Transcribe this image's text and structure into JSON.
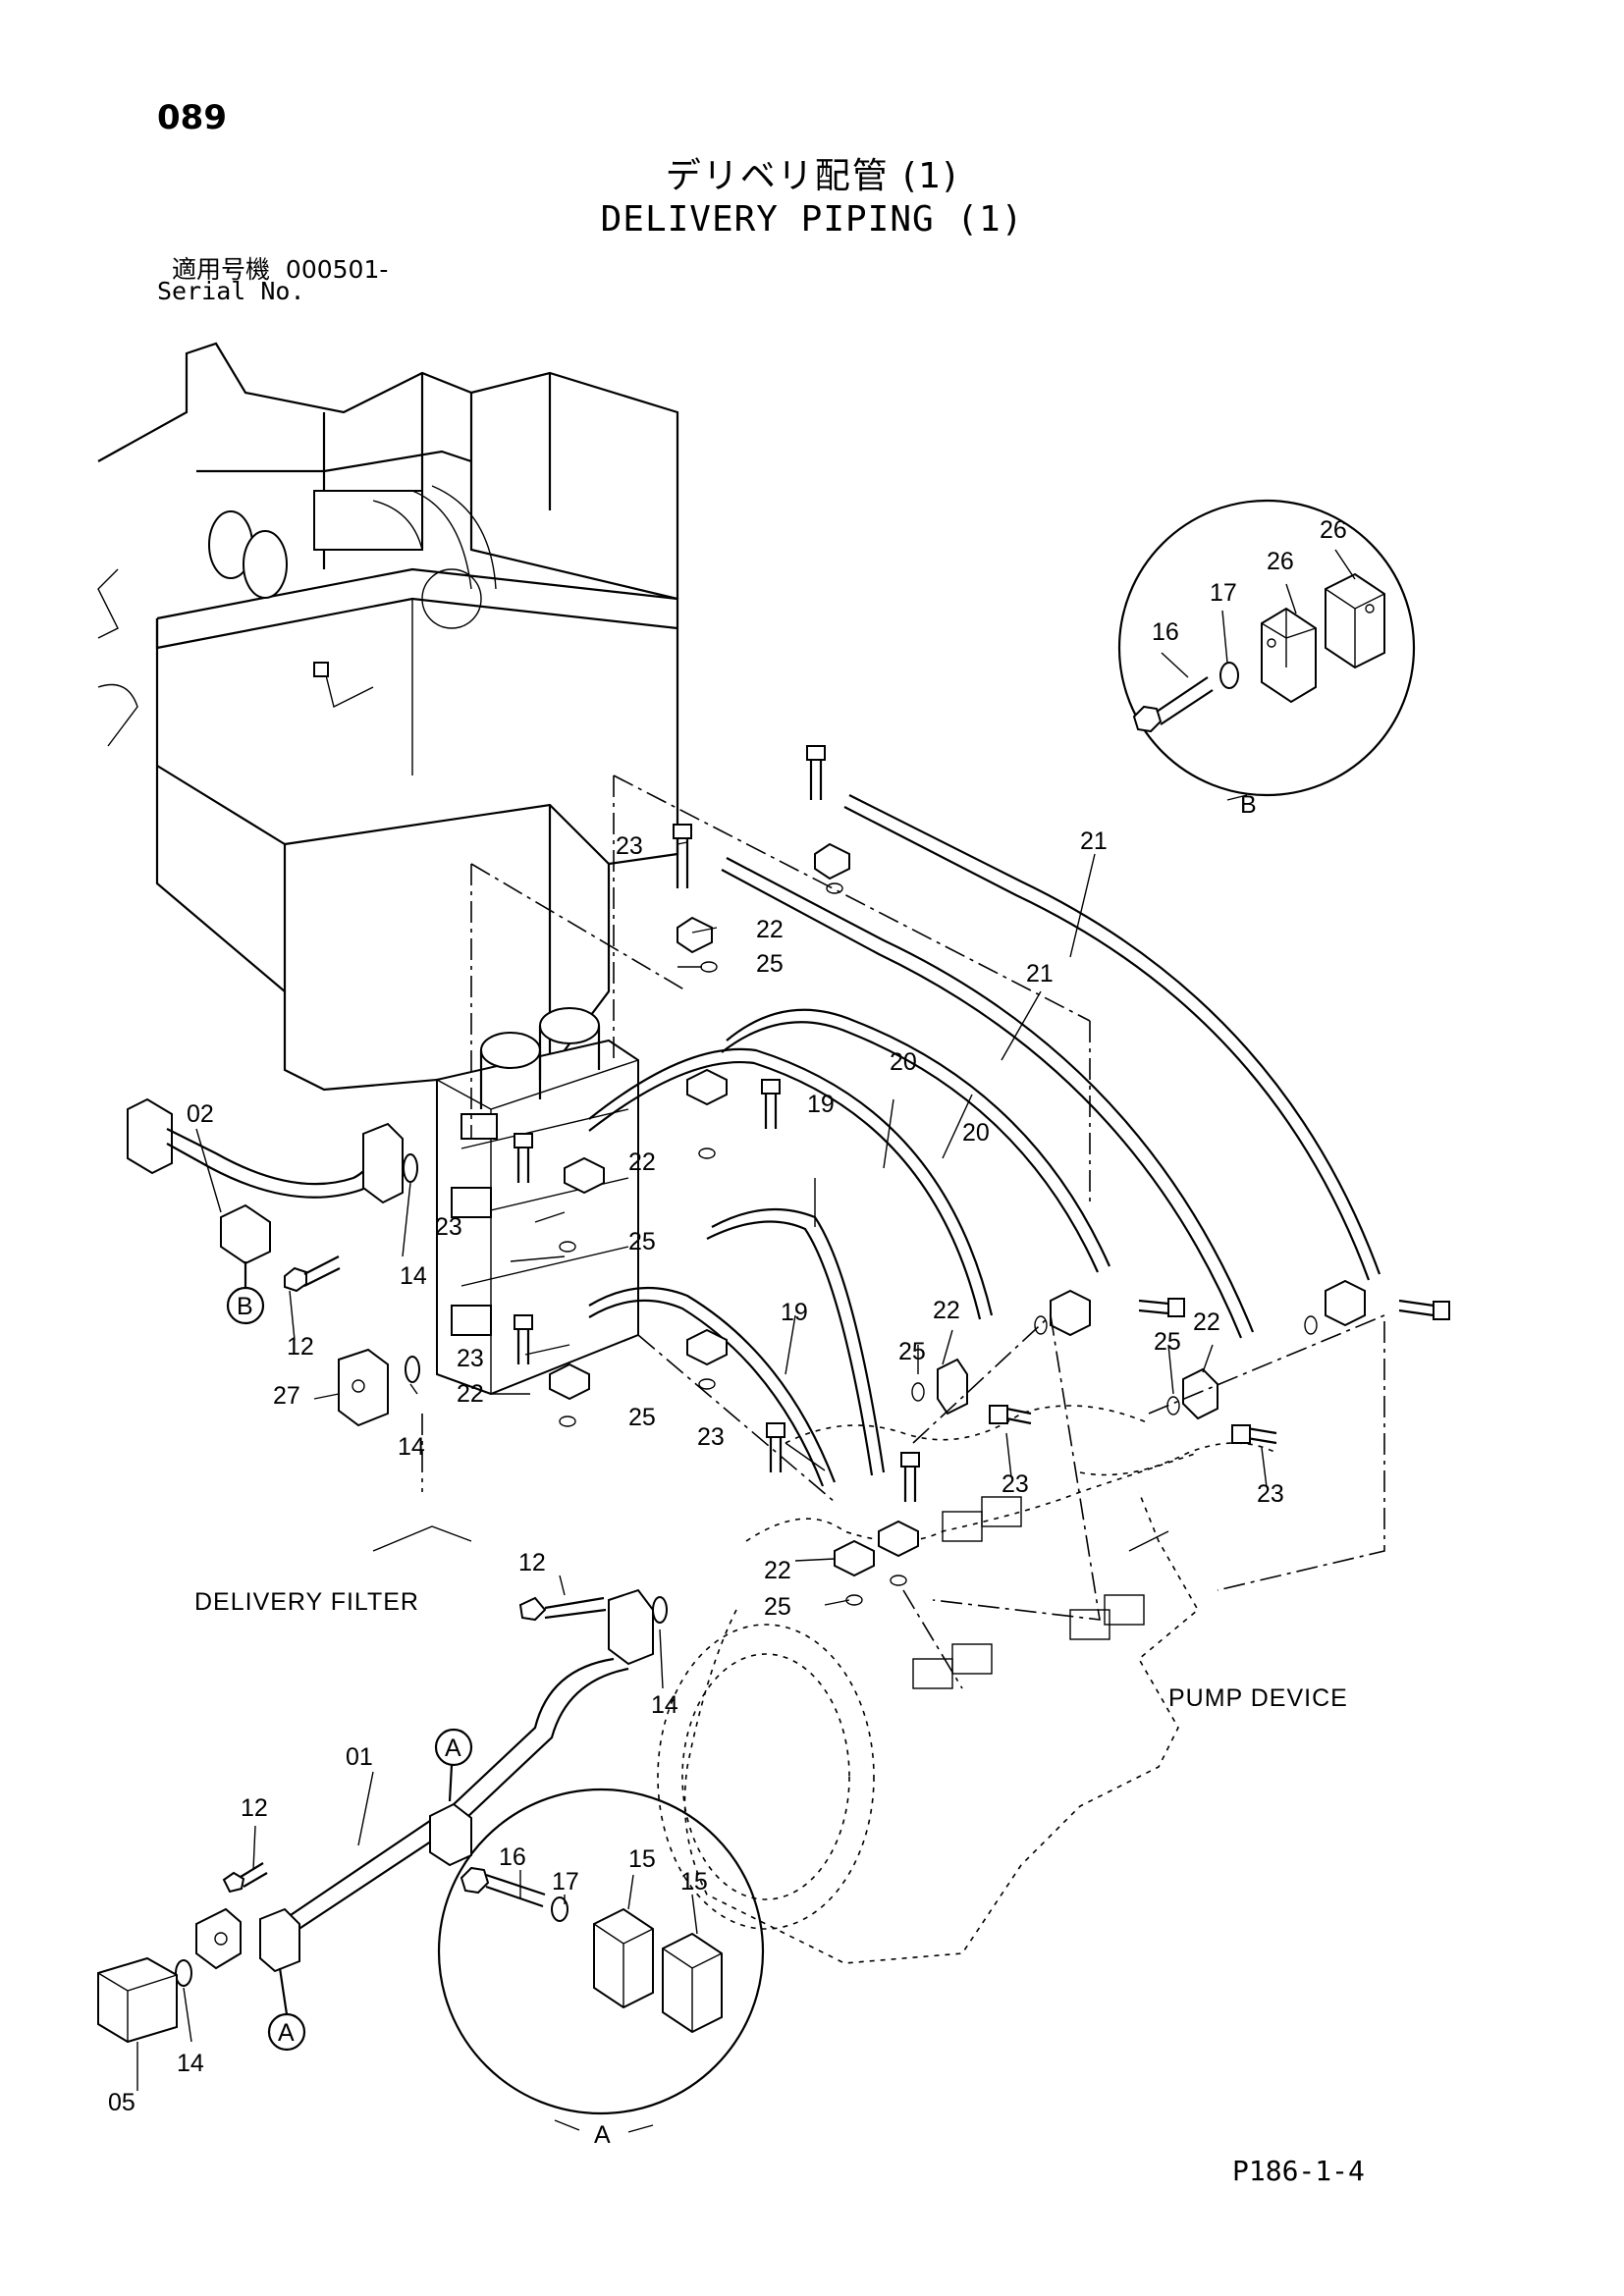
{
  "page_number": "089",
  "title_jp": "デリベリ配管 (1)",
  "title_en": "DELIVERY PIPING (1)",
  "serial": {
    "label_jp": "適用号機",
    "value": "000501-",
    "label_en": "Serial No."
  },
  "doc_code": "P186-1-4",
  "labels": {
    "delivery_filter": "DELIVERY FILTER",
    "pump_device": "PUMP DEVICE",
    "detail_a": "A",
    "detail_b": "B"
  },
  "parts": {
    "p01": "01",
    "p02": "02",
    "p05": "05",
    "p12": "12",
    "p14": "14",
    "p15": "15",
    "p16": "16",
    "p17": "17",
    "p19": "19",
    "p20": "20",
    "p21": "21",
    "p22": "22",
    "p23": "23",
    "p25": "25",
    "p26": "26",
    "p27": "27"
  }
}
